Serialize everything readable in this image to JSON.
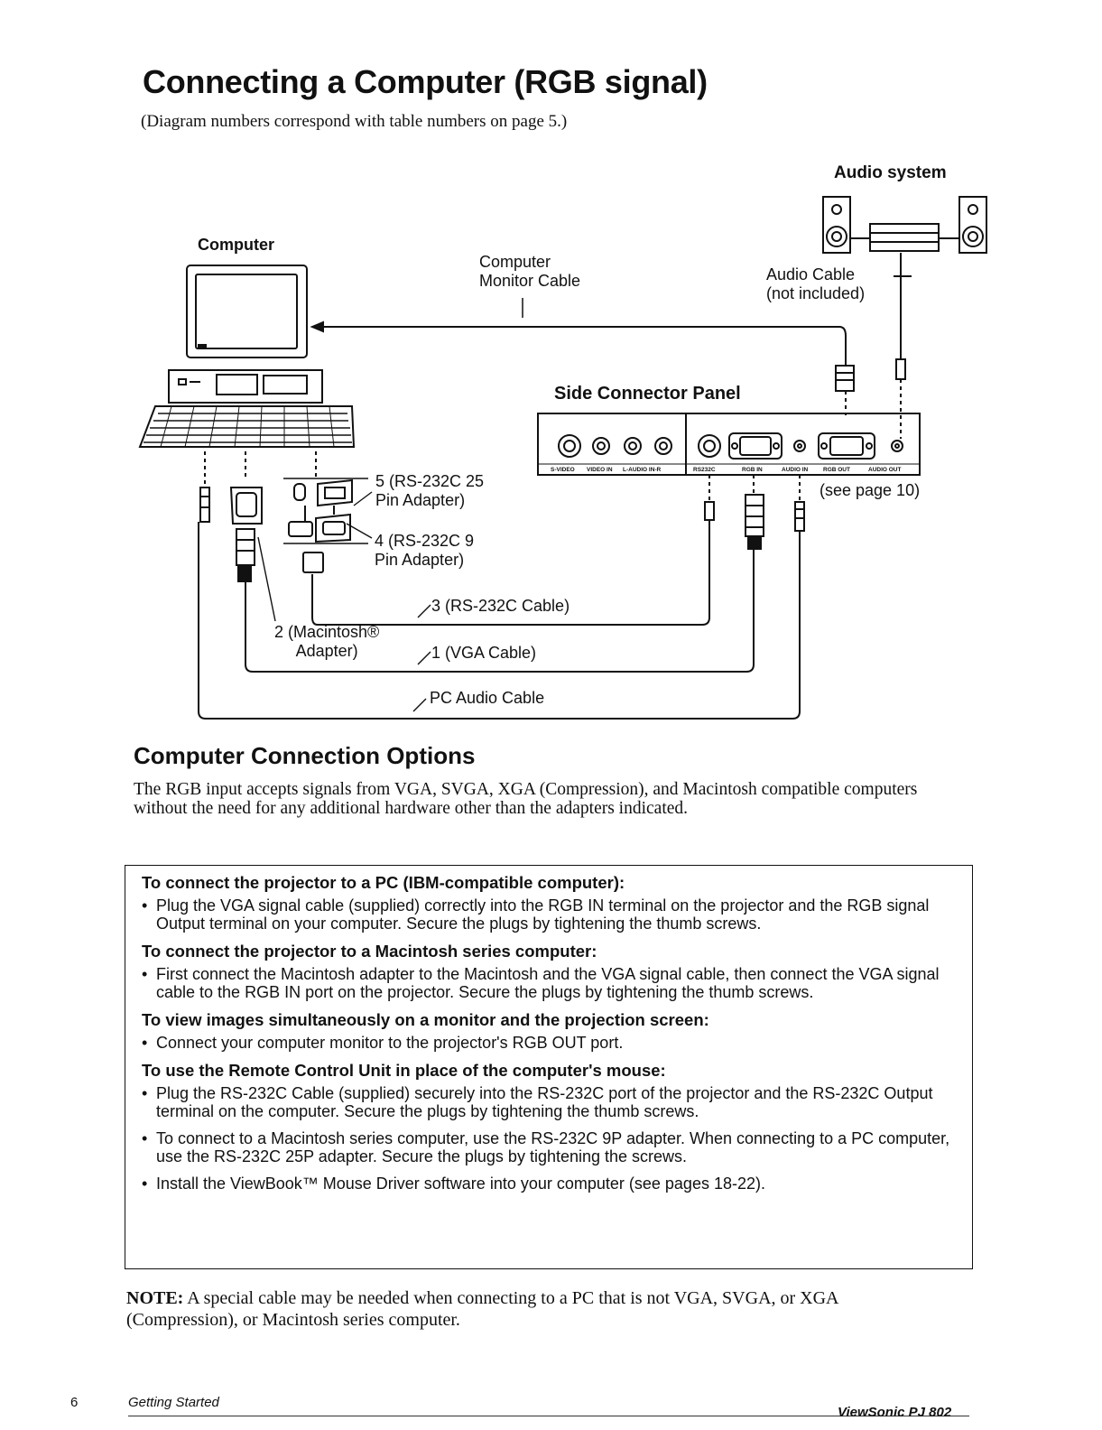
{
  "page": {
    "title": "Connecting a Computer (RGB signal)",
    "subtitle": "(Diagram numbers correspond with table numbers on page 5.)"
  },
  "diagram": {
    "audio_system": "Audio system",
    "computer": "Computer",
    "monitor_cable": [
      "Computer",
      "Monitor Cable"
    ],
    "audio_cable": [
      "Audio Cable",
      "(not included)"
    ],
    "side_panel": "Side Connector Panel",
    "panel_labels": [
      "S-VIDEO",
      "VIDEO IN",
      "L-AUDIO IN-R",
      "RS232C",
      "RGB IN",
      "AUDIO IN",
      "RGB OUT",
      "AUDIO OUT"
    ],
    "see_page": "(see page 10)",
    "adapter5": [
      "5 (RS-232C 25",
      "Pin Adapter)"
    ],
    "adapter4": [
      "4 (RS-232C 9",
      "Pin Adapter)"
    ],
    "cable3": "3 (RS-232C Cable)",
    "adapter2": [
      "2 (Macintosh®",
      "Adapter)"
    ],
    "cable1": "1 (VGA Cable)",
    "pc_audio": "PC Audio Cable"
  },
  "options": {
    "heading": "Computer Connection Options",
    "intro": "The RGB input accepts signals from VGA, SVGA, XGA (Compression), and Macintosh compatible computers without the need for any additional hardware other than the adapters indicated.",
    "sections": [
      {
        "heading": "To connect the projector to a PC (IBM-compatible computer):",
        "bullets": [
          "Plug the VGA signal cable (supplied) correctly into the RGB IN terminal on the projector and the RGB signal Output terminal on your computer. Secure the plugs by tightening the thumb screws."
        ]
      },
      {
        "heading": "To connect the projector to a Macintosh series computer:",
        "bullets": [
          "First connect the Macintosh adapter to the Macintosh and the VGA signal cable, then connect the VGA signal cable to the RGB IN port on the projector. Secure the plugs by tightening the thumb screws."
        ]
      },
      {
        "heading": "To view images simultaneously on a monitor and the projection screen:",
        "bullets": [
          "Connect your computer monitor to the projector's RGB OUT port."
        ]
      },
      {
        "heading": "To use the Remote Control Unit in place of the computer's mouse:",
        "bullets": [
          "Plug the RS-232C Cable (supplied) securely into the RS-232C port of the projector and the RS-232C Output terminal on the computer. Secure the plugs by tightening the thumb screws.",
          "To connect to a Macintosh series computer, use the RS-232C 9P adapter. When connecting to a PC computer, use the RS-232C 25P adapter. Secure the plugs by tightening the screws.",
          "Install the ViewBook™ Mouse Driver software into your computer (see pages 18-22)."
        ]
      }
    ]
  },
  "note": {
    "label": "NOTE:",
    "text": " A special cable may be needed when connecting to a PC that is not VGA, SVGA, or XGA (Compression), or Macintosh series computer."
  },
  "footer": {
    "page_number": "6",
    "section": "Getting Started",
    "brand": "ViewSonic PJ 802"
  }
}
